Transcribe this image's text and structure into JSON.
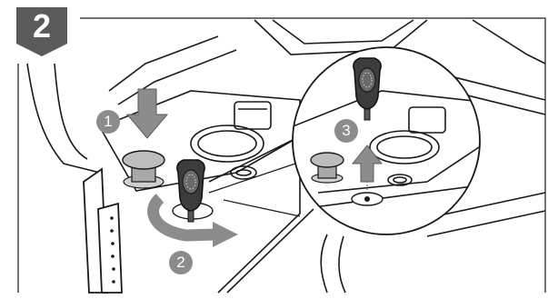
{
  "step": {
    "number": "2"
  },
  "callouts": [
    {
      "id": "callout-1",
      "label": "1"
    },
    {
      "id": "callout-2",
      "label": "2"
    },
    {
      "id": "callout-3",
      "label": "3"
    }
  ],
  "colors": {
    "badge": "#5a5a5a",
    "arrow": "#8c8c8c",
    "line": "#1a1a1a",
    "key_body": "#3c3c3c",
    "paper": "#ffffff"
  },
  "icons": {
    "press_arrow": "arrow-down-icon",
    "turn_arrow": "rotate-clockwise-icon",
    "remove_arrow": "arrow-up-icon"
  }
}
